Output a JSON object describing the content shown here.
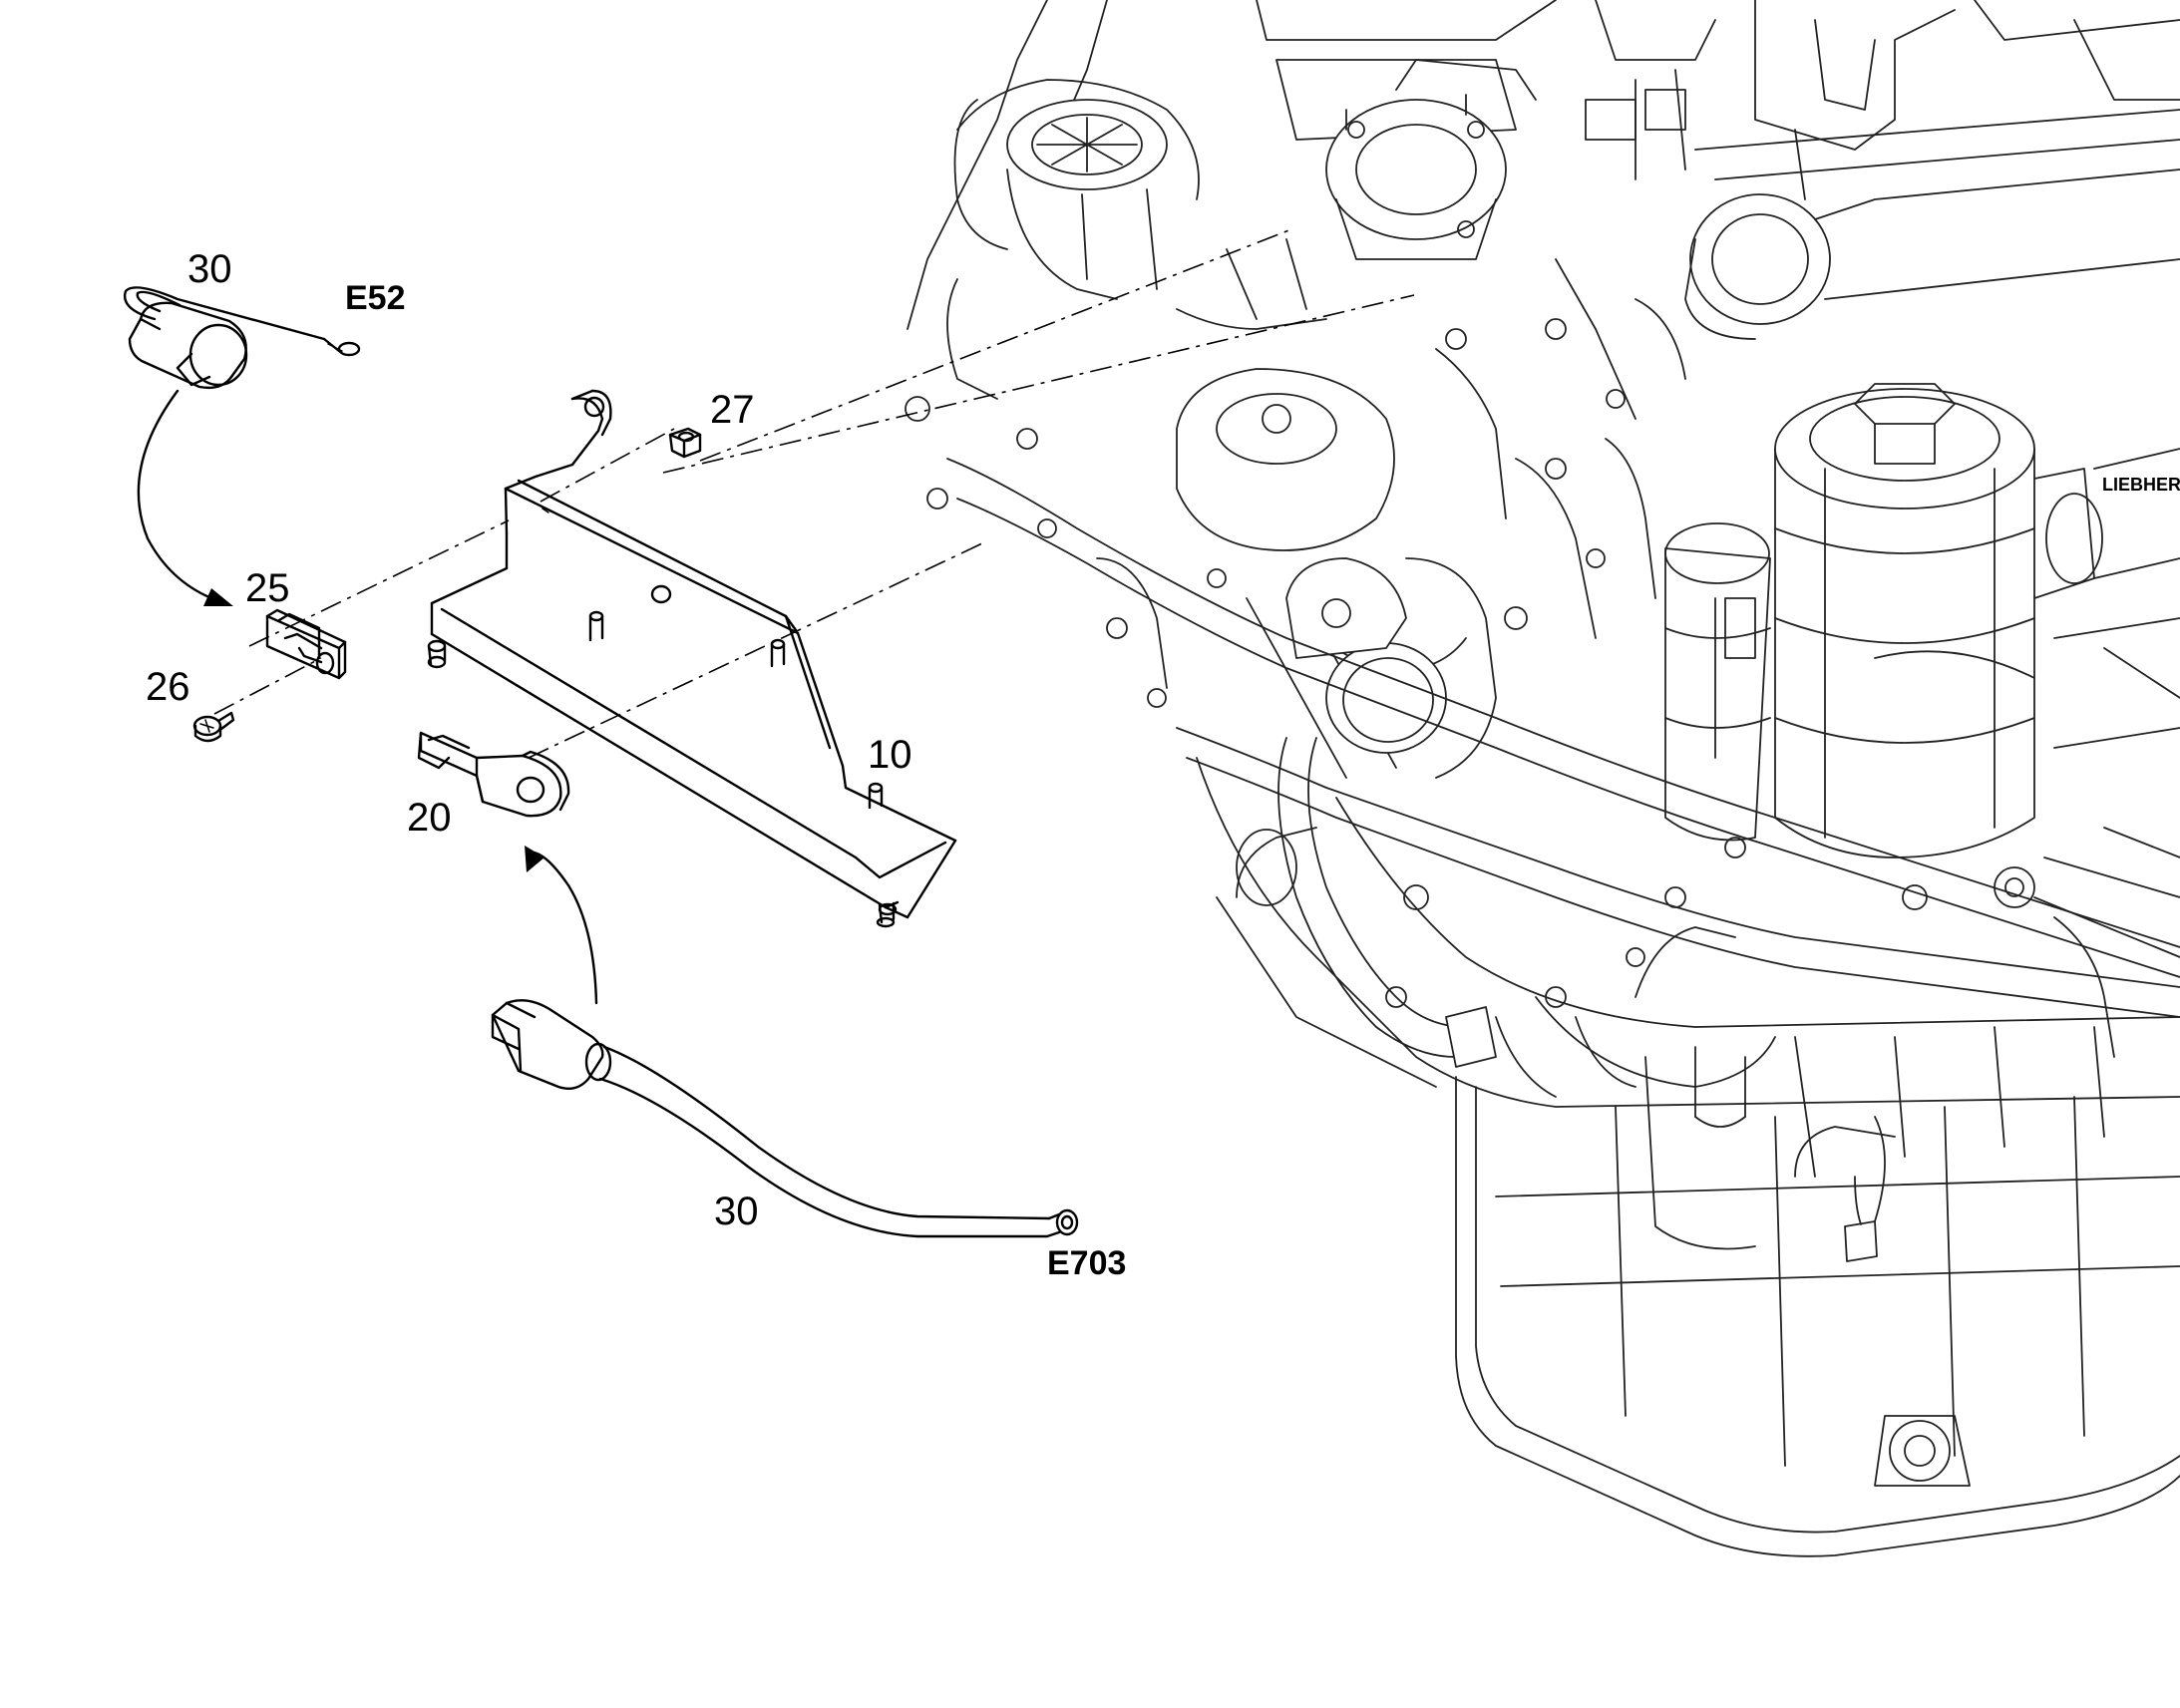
{
  "callouts": {
    "p30_top": "30",
    "e52": "E52",
    "p27": "27",
    "p25": "25",
    "p26": "26",
    "p10": "10",
    "p20": "20",
    "p30_bottom": "30",
    "e703": "E703"
  },
  "engine_badge": "LIEBHERR"
}
